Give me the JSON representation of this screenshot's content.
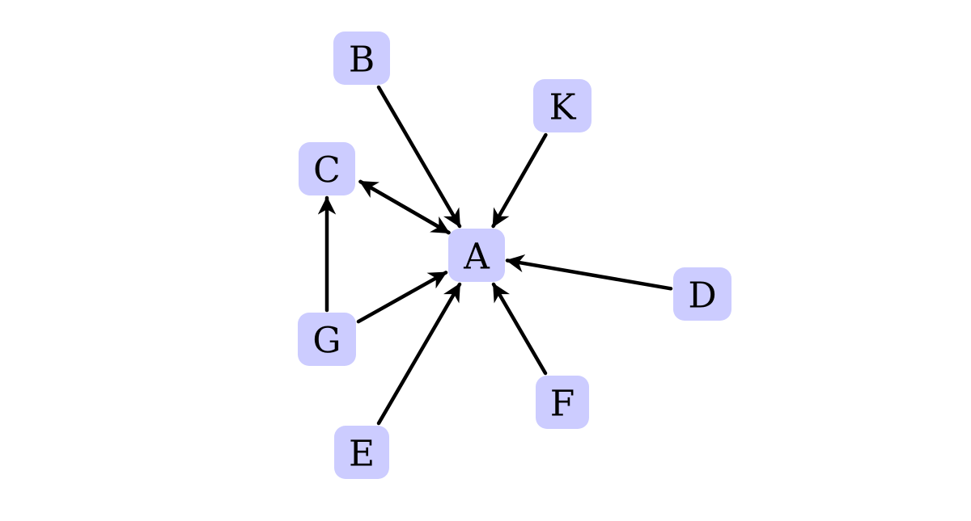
{
  "diagram": {
    "colors": {
      "node_fill": "#ccccff",
      "edge": "#000000",
      "text": "#000000"
    },
    "nodes": [
      {
        "id": "A",
        "label": "A"
      },
      {
        "id": "B",
        "label": "B"
      },
      {
        "id": "C",
        "label": "C"
      },
      {
        "id": "D",
        "label": "D"
      },
      {
        "id": "E",
        "label": "E"
      },
      {
        "id": "F",
        "label": "F"
      },
      {
        "id": "G",
        "label": "G"
      },
      {
        "id": "K",
        "label": "K"
      }
    ],
    "edges": [
      {
        "from": "B",
        "to": "A"
      },
      {
        "from": "K",
        "to": "A"
      },
      {
        "from": "C",
        "to": "A"
      },
      {
        "from": "A",
        "to": "C"
      },
      {
        "from": "D",
        "to": "A"
      },
      {
        "from": "G",
        "to": "A"
      },
      {
        "from": "G",
        "to": "C"
      },
      {
        "from": "E",
        "to": "A"
      },
      {
        "from": "F",
        "to": "A"
      }
    ]
  }
}
